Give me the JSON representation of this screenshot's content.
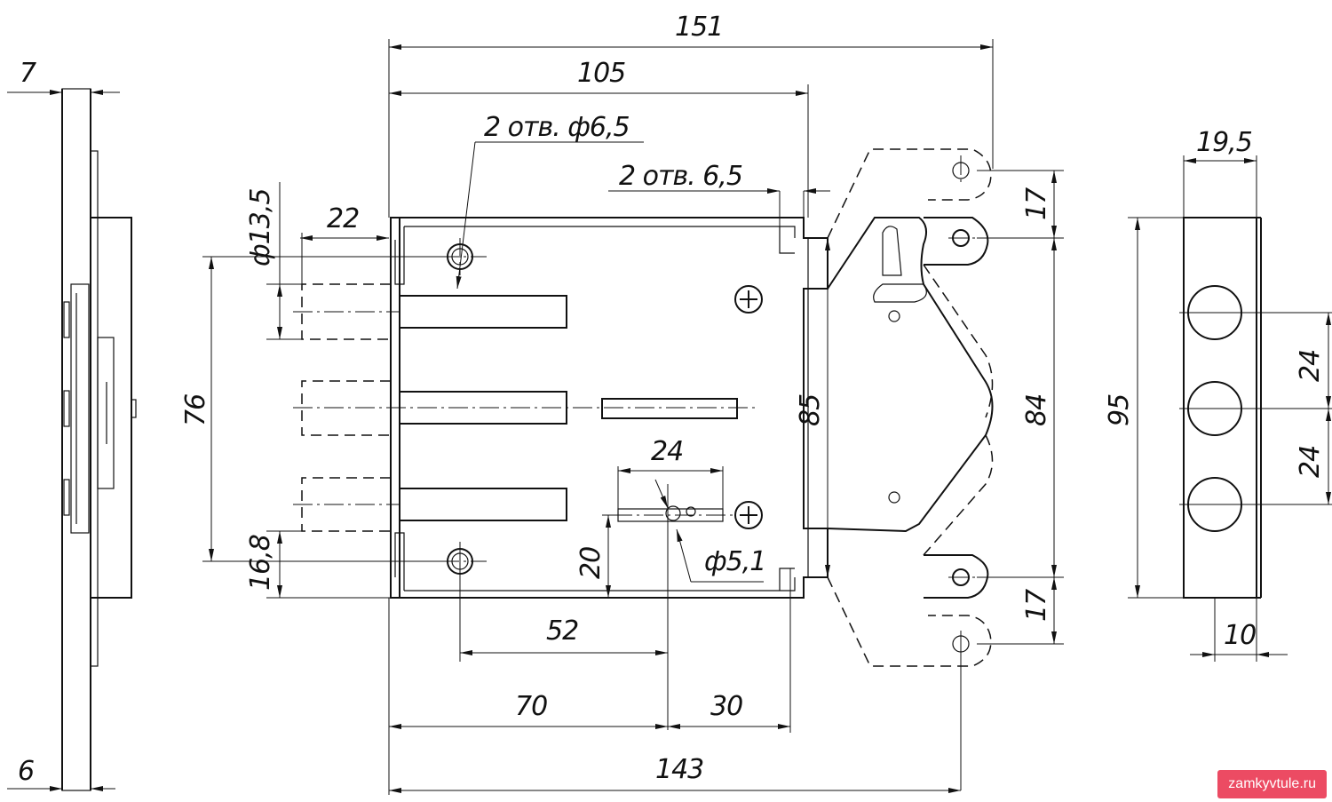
{
  "drawing": {
    "dimensions": {
      "overall_length": "151",
      "case_length": "105",
      "holes_note_1": "2 отв. ф6,5",
      "holes_note_2": "2 отв. 6,5",
      "bolt_diameter": "ф13,5",
      "bolt_throw": "22",
      "bolt_spacing_outer": "76",
      "case_height": "85",
      "strike_height": "84",
      "strike_offset_top": "17",
      "strike_offset_bottom": "17",
      "key_width": "24",
      "key_hole": "ф5,1",
      "key_height": "20",
      "bottom_offset": "16,8",
      "hole_to_key": "52",
      "to_key": "70",
      "key_to_edge": "30",
      "total_base": "143",
      "faceplate_top": "7",
      "faceplate_bottom": "6",
      "bolt_plate_width": "19,5",
      "bolt_plate_height": "95",
      "bolt_pitch_1": "24",
      "bolt_pitch_2": "24",
      "bolt_plate_depth": "10"
    }
  },
  "watermark": "zamkyvtule.ru"
}
